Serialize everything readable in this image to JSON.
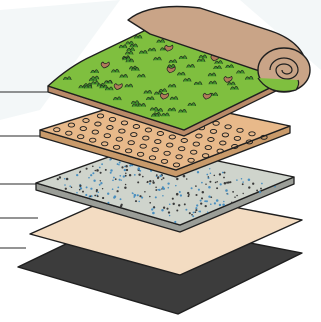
{
  "diagram": {
    "type": "exploded-layer-stack",
    "labels_visible": false,
    "layers": [
      {
        "id": "turf",
        "icon": "grass-turf-roll",
        "color": "#7fbf3f"
      },
      {
        "id": "drainage",
        "icon": "dimpled-drainage-mat",
        "color": "#e8b98a"
      },
      {
        "id": "substrate",
        "icon": "speckled-substrate",
        "color": "#cfd4cc"
      },
      {
        "id": "fabric",
        "icon": "plain-fabric-sheet",
        "color": "#f3dcc2"
      },
      {
        "id": "membrane",
        "icon": "dark-membrane-sheet",
        "color": "#3c3c3c"
      }
    ],
    "colors": {
      "outline": "#1f1f1f",
      "leader": "#2a2a2a",
      "grass_dark": "#3f8f2a",
      "leaf_brown": "#b07a5a",
      "dot_blue": "#4a8fbf",
      "dot_dark": "#3a3a3a",
      "roll_tan": "#c9a487",
      "bg_tint": "#f3f7f8"
    }
  }
}
